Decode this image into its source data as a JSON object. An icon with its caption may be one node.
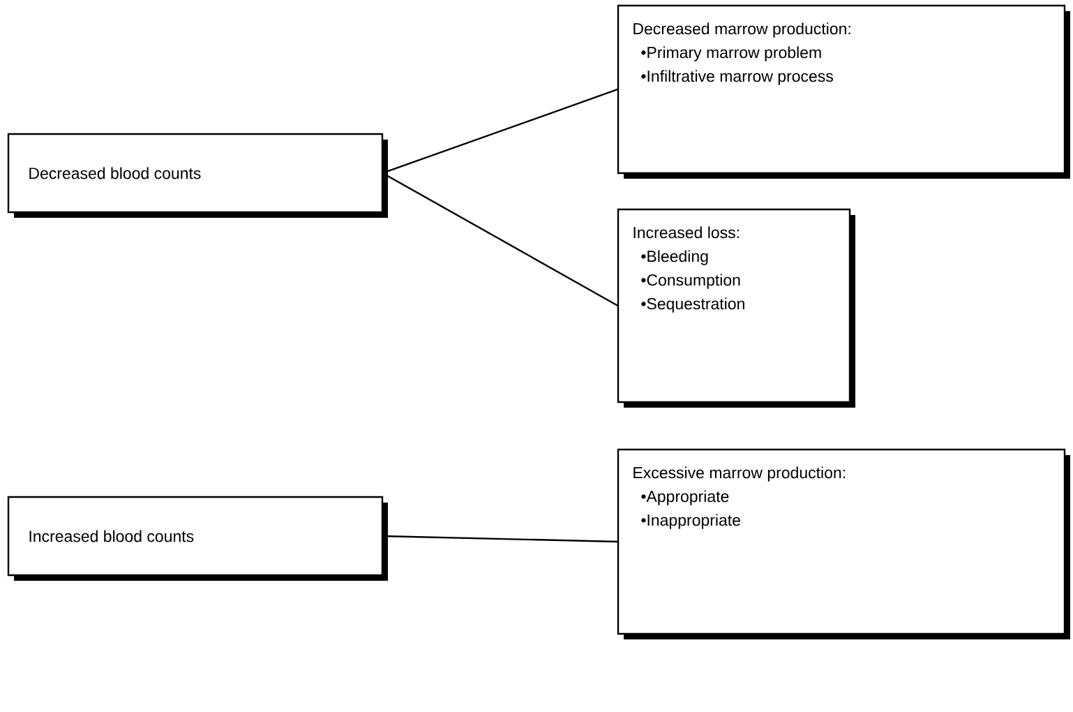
{
  "diagram": {
    "nodes": [
      {
        "text": [
          "Decreased blood counts"
        ]
      },
      {
        "text": [
          "Decreased marrow production:",
          "•Primary marrow problem",
          "•Infiltrative marrow process"
        ]
      },
      {
        "text": [
          "Increased loss:",
          "•Bleeding",
          "•Consumption",
          "•Sequestration"
        ]
      },
      {
        "text": [
          "Increased blood counts"
        ]
      },
      {
        "text": [
          "Excessive marrow production:",
          "•Appropriate",
          "•Inappropriate"
        ]
      }
    ],
    "edges": [
      {
        "from": 0,
        "to": 1,
        "arrow": "none"
      },
      {
        "from": 0,
        "to": 2,
        "arrow": "none"
      },
      {
        "from": 3,
        "to": 4,
        "arrow": "none"
      }
    ]
  }
}
